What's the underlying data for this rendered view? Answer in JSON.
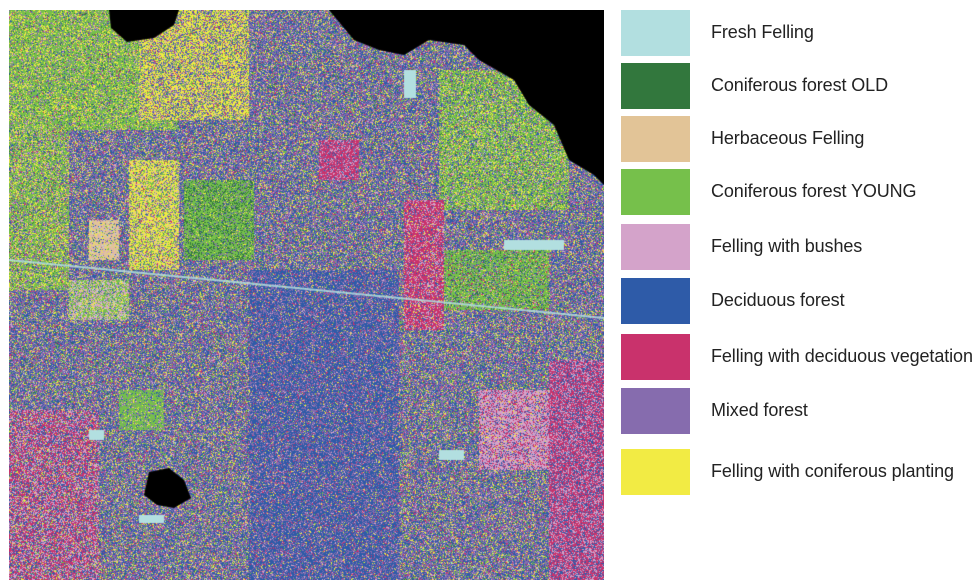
{
  "legend": {
    "items": [
      {
        "label": "Fresh Felling",
        "color": "#b2dfe0"
      },
      {
        "label": "Coniferous forest OLD",
        "color": "#32773d"
      },
      {
        "label": "Herbaceous Felling",
        "color": "#e2c497"
      },
      {
        "label": "Coniferous forest YOUNG",
        "color": "#76c04b"
      },
      {
        "label": "Felling with bushes",
        "color": "#d4a3ca"
      },
      {
        "label": "Deciduous forest",
        "color": "#2e5ba8"
      },
      {
        "label": "Felling with deciduous vegetation",
        "color": "#c9326c"
      },
      {
        "label": "Mixed forest",
        "color": "#866cae"
      },
      {
        "label": "Felling with coniferous planting",
        "color": "#f2eb44"
      }
    ]
  },
  "map": {
    "nodata_color": "#000000"
  }
}
